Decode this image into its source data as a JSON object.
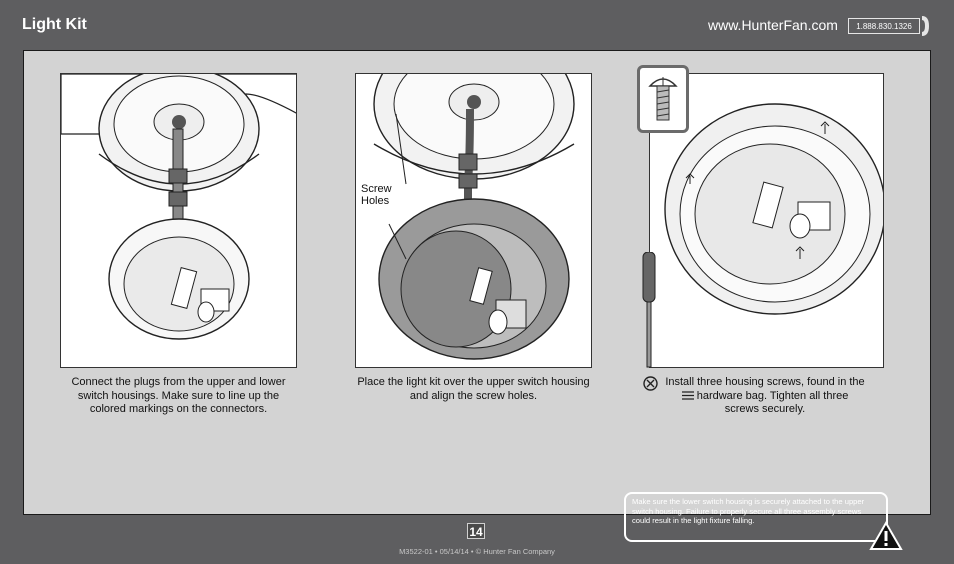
{
  "header": {
    "title": "Light Kit",
    "website": "www.HunterFan.com",
    "phone": "1.888.830.1326"
  },
  "steps": [
    {
      "caption": "Connect the plugs from the upper and lower switch housings. Make sure to line up the colored markings on the connectors."
    },
    {
      "caption": "Place the light kit over the upper switch housing and align the screw holes.",
      "callout_line1": "Screw",
      "callout_line2": "Holes"
    },
    {
      "caption_pre": "Install three housing screws, found in the",
      "caption_post": "hardware bag. Tighten all three screws securely."
    }
  ],
  "warning": {
    "text": "Make sure the lower switch housing is securely attached to the upper switch housing. Failure to properly secure all three assembly screws could result in the light fixture falling."
  },
  "footer": {
    "page_number": "14",
    "doc_info": "M3522-01 • 05/14/14 • © Hunter Fan Company"
  },
  "colors": {
    "background": "#5e5e60",
    "panel": "#d3d3d3",
    "accent_border": "#6b6b6b"
  },
  "icons": [
    "phone-icon",
    "screw-icon",
    "screwdriver-icon",
    "hardware-bag-icon",
    "cross-circle-icon",
    "warning-icon"
  ]
}
